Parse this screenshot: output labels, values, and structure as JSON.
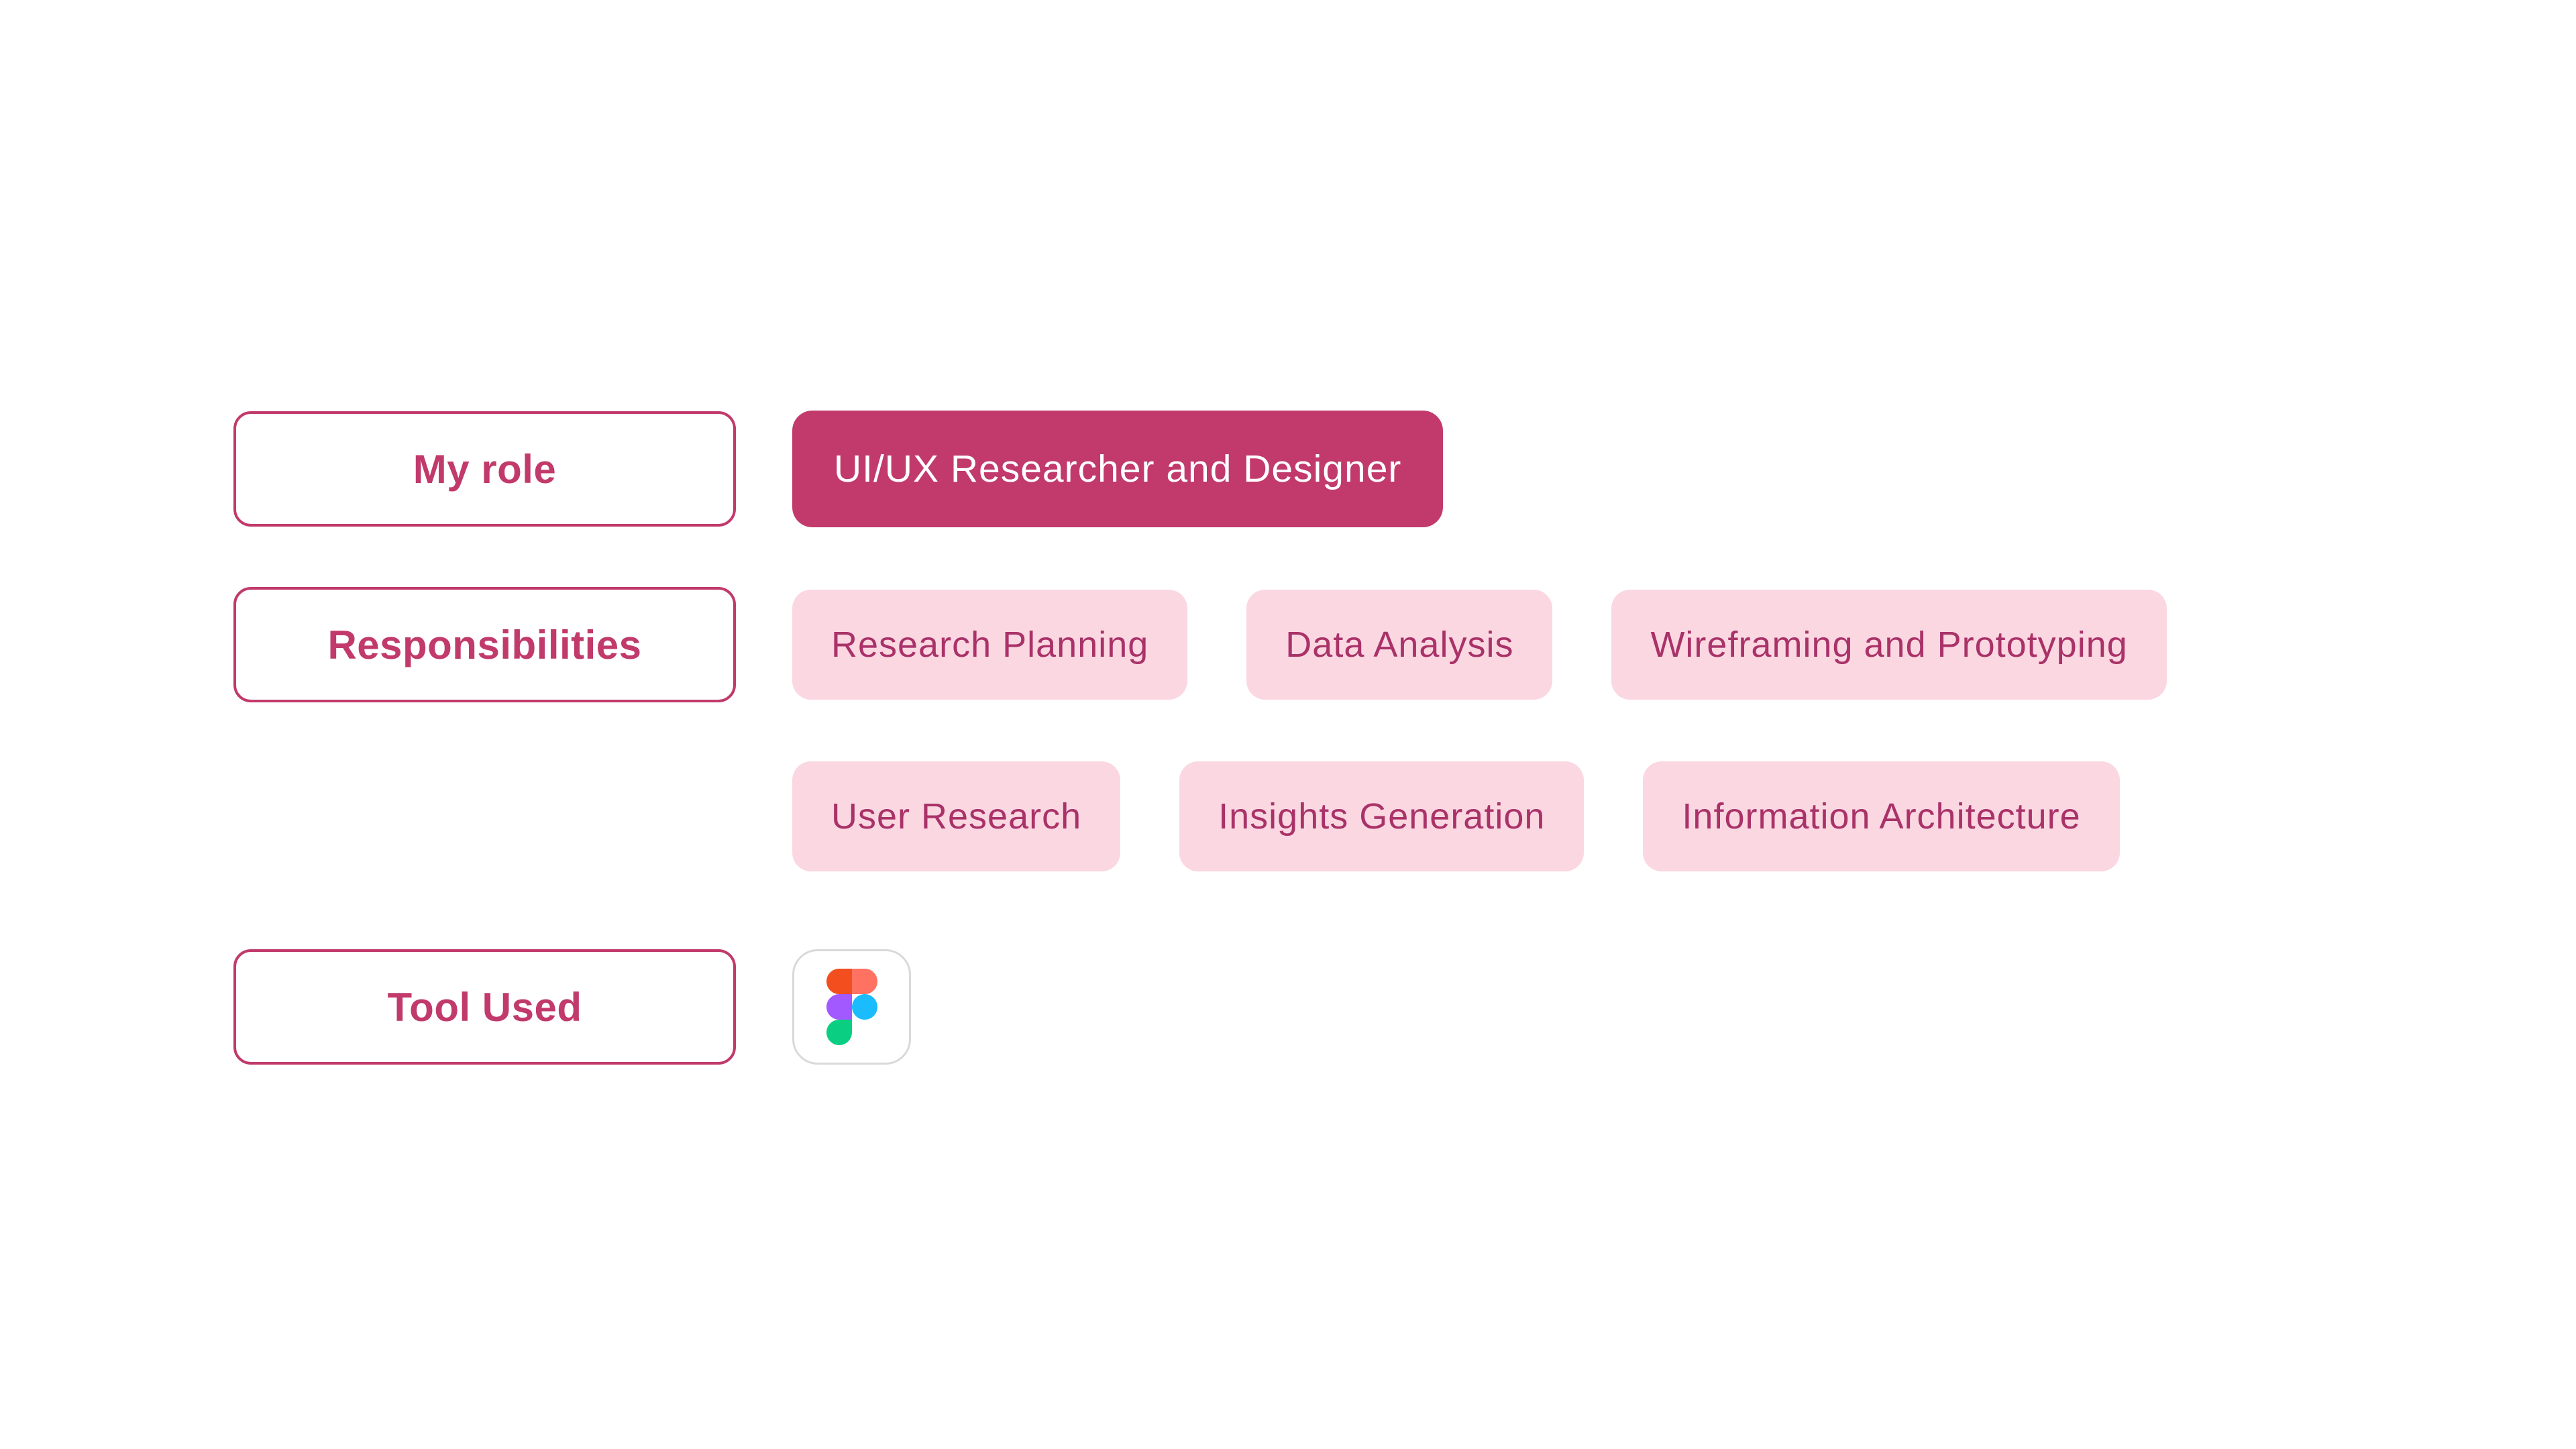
{
  "colors": {
    "accent": "#C13A6B",
    "accent_text": "#FFFFFF",
    "chip_bg": "#FBD7E2",
    "chip_text": "#A93268",
    "card_border": "#D9D9D9",
    "page_bg": "#FFFFFF",
    "figma_orange": "#F24E1E",
    "figma_salmon": "#FF7262",
    "figma_purple": "#A259FF",
    "figma_blue": "#1ABCFE",
    "figma_green": "#0ACF83"
  },
  "role": {
    "label": "My role",
    "value": "UI/UX Researcher and Designer"
  },
  "responsibilities": {
    "label": "Responsibilities",
    "row1": [
      "Research Planning",
      "Data Analysis",
      "Wireframing and Prototyping"
    ],
    "row2": [
      "User Research",
      "Insights Generation",
      "Information Architecture"
    ]
  },
  "tools": {
    "label": "Tool Used",
    "icon": "figma-logo-icon"
  }
}
